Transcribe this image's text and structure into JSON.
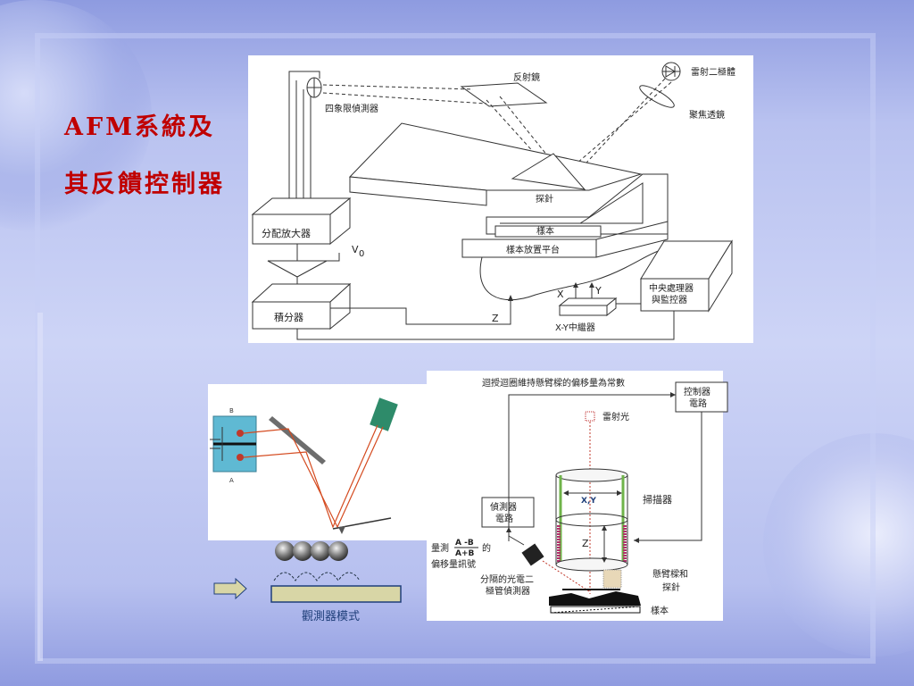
{
  "slide": {
    "title_line1": "AFM系統及",
    "title_line2": "其反饋控制器"
  },
  "top_diagram": {
    "laser_diode": "雷射二極體",
    "mirror": "反射鏡",
    "focus_lens": "聚焦透鏡",
    "quadrant_detector": "四象限偵測器",
    "probe": "探針",
    "sample": "樣本",
    "sample_stage": "樣本放置平台",
    "distribution_amplifier": "分配放大器",
    "v0_main": "V",
    "v0_sub": "0",
    "integrator": "積分器",
    "cpu_monitor_line1": "中央處理器",
    "cpu_monitor_line2": "與監控器",
    "axis_x": "X",
    "axis_y": "Y",
    "axis_z": "Z",
    "xy_relay": "X-Y中繼器"
  },
  "bottom_left": {
    "label_b": "B",
    "label_a": "A",
    "caption": "觀測器模式"
  },
  "bottom_right": {
    "feedback_caption": "迴授迴圈維持懸臂樑的偏移量為常數",
    "controller_line1": "控制器",
    "controller_line2": "電路",
    "laser_light": "雷射光",
    "scanner": "掃描器",
    "xy_label": "X,Y",
    "z_label": "Z",
    "detector_circuit_line1": "偵測器",
    "detector_circuit_line2": "電路",
    "measure_prefix": "量測",
    "fraction_top": "A -B",
    "fraction_bottom": "A+B",
    "measure_suffix": "的",
    "offset_signal": "偏移量訊號",
    "photodiode_line1": "分隔的光電二",
    "photodiode_line2": "極管偵測器",
    "cantilever_line1": "懸臂樑和",
    "cantilever_line2": "探針",
    "sample": "樣本"
  }
}
